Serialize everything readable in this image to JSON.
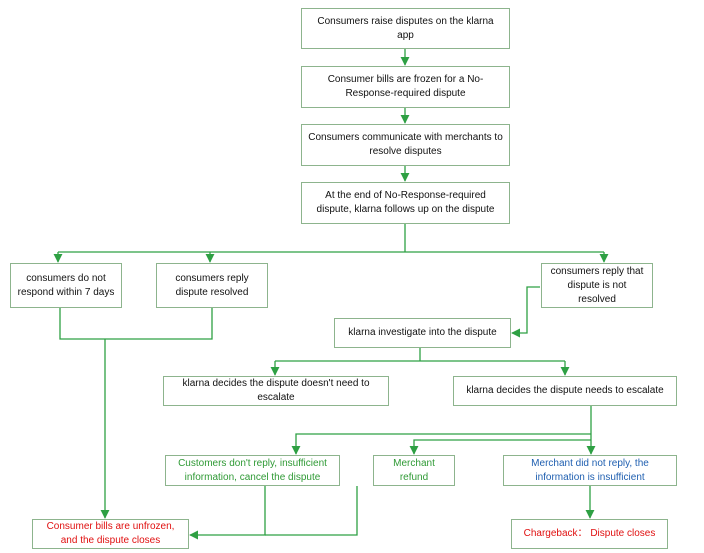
{
  "colors": {
    "line": "#2ea043",
    "border": "#8db48d",
    "green_text": "#2f9a35",
    "blue_text": "#1f5fb0",
    "red_text": "#e01010"
  },
  "nodes": {
    "raise": "Consumers raise disputes on the klarna app",
    "frozen": "Consumer bills are frozen for a No-Response-required dispute",
    "communicate": "Consumers communicate with merchants to resolve disputes",
    "followup": "At the end of No-Response-required dispute, klarna follows up on the dispute",
    "no_response": "consumers do not respond within 7 days",
    "reply_resolved": "consumers reply dispute resolved",
    "reply_not_resolved": "consumers reply that dispute is not resolved",
    "investigate": "klarna investigate into the dispute",
    "no_escalate": "klarna decides the dispute doesn't need to escalate",
    "escalate": "klarna decides the dispute needs to escalate",
    "customers_no_reply": "Customers don't reply, insufficient information, cancel the dispute",
    "merchant_refund": "Merchant refund",
    "merchant_no_reply": "Merchant did not reply, the information is insufficient",
    "unfrozen": "Consumer bills are unfrozen, and the dispute closes",
    "chargeback": "Chargeback： Dispute closes"
  }
}
